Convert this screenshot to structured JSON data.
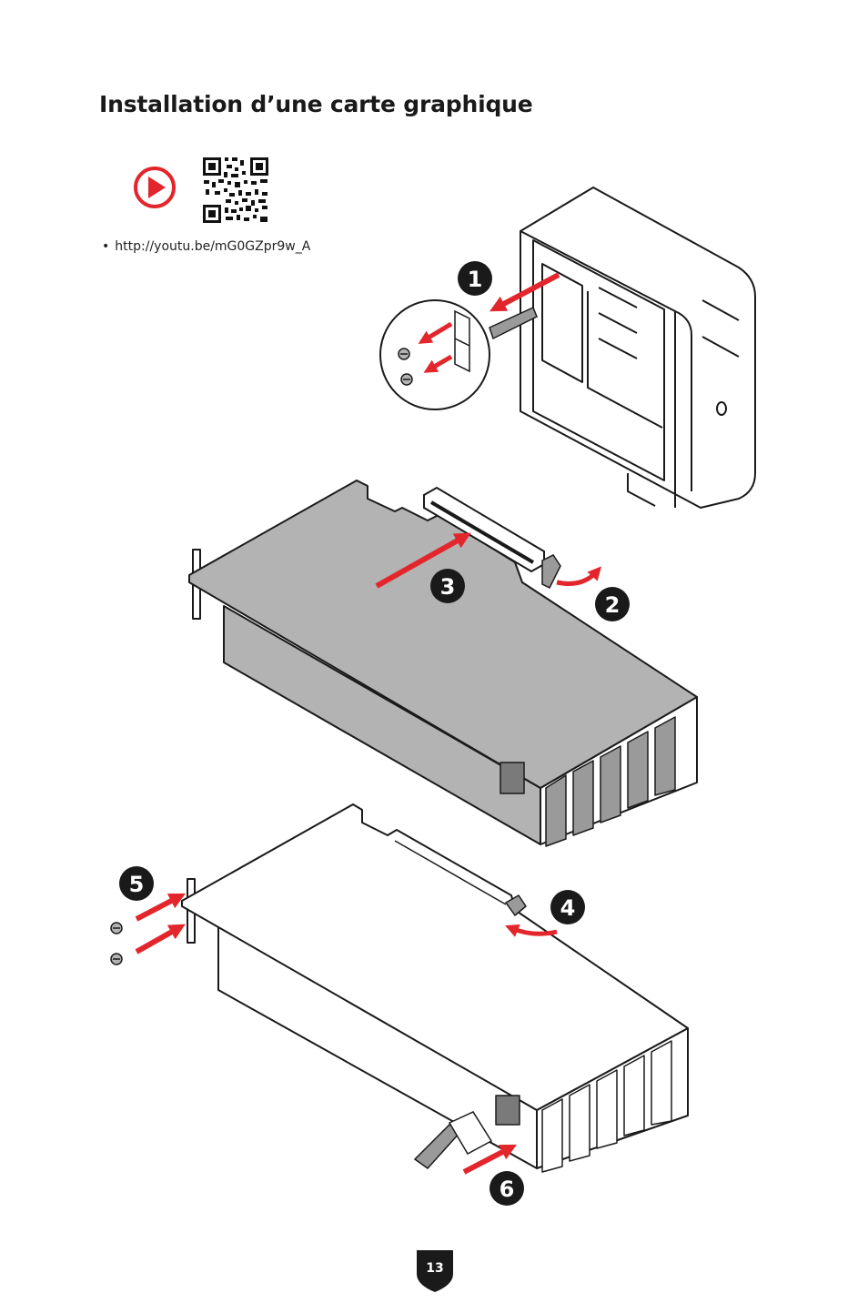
{
  "page": {
    "title": "Installation d’une carte graphique",
    "video_link": "http://youtu.be/mG0GZpr9w_A",
    "page_number": "13"
  },
  "steps": [
    "1",
    "2",
    "3",
    "4",
    "5",
    "6"
  ],
  "icons": {
    "play": "play-icon",
    "qr": "qr-code-icon"
  },
  "colors": {
    "accent_red": "#e3262c",
    "card_gray": "#b3b3b3",
    "card_dark": "#9a9a9a",
    "ink": "#1a1a1a"
  }
}
